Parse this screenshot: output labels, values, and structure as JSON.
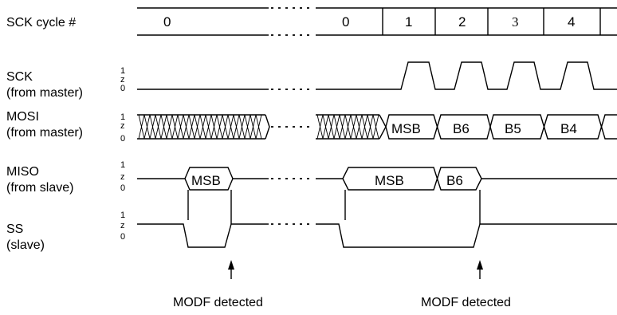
{
  "diagram": {
    "row_labels": {
      "sck_cycle": "SCK cycle #",
      "sck": [
        "SCK",
        "(from master)"
      ],
      "mosi": [
        "MOSI",
        "(from master)"
      ],
      "miso": [
        "MISO",
        "(from slave)"
      ],
      "ss": [
        "SS",
        "(slave)"
      ]
    },
    "levels": {
      "high": "1",
      "mid": "z",
      "low": "0"
    },
    "cycles": [
      "0",
      "0",
      "1",
      "2",
      "3",
      "4"
    ],
    "mosi_bytes": [
      "MSB",
      "B6",
      "B5",
      "B4"
    ],
    "miso_bytes": {
      "left": "MSB",
      "right": [
        "MSB",
        "B6"
      ]
    },
    "annotations": [
      "MODF detected",
      "MODF detected"
    ]
  }
}
